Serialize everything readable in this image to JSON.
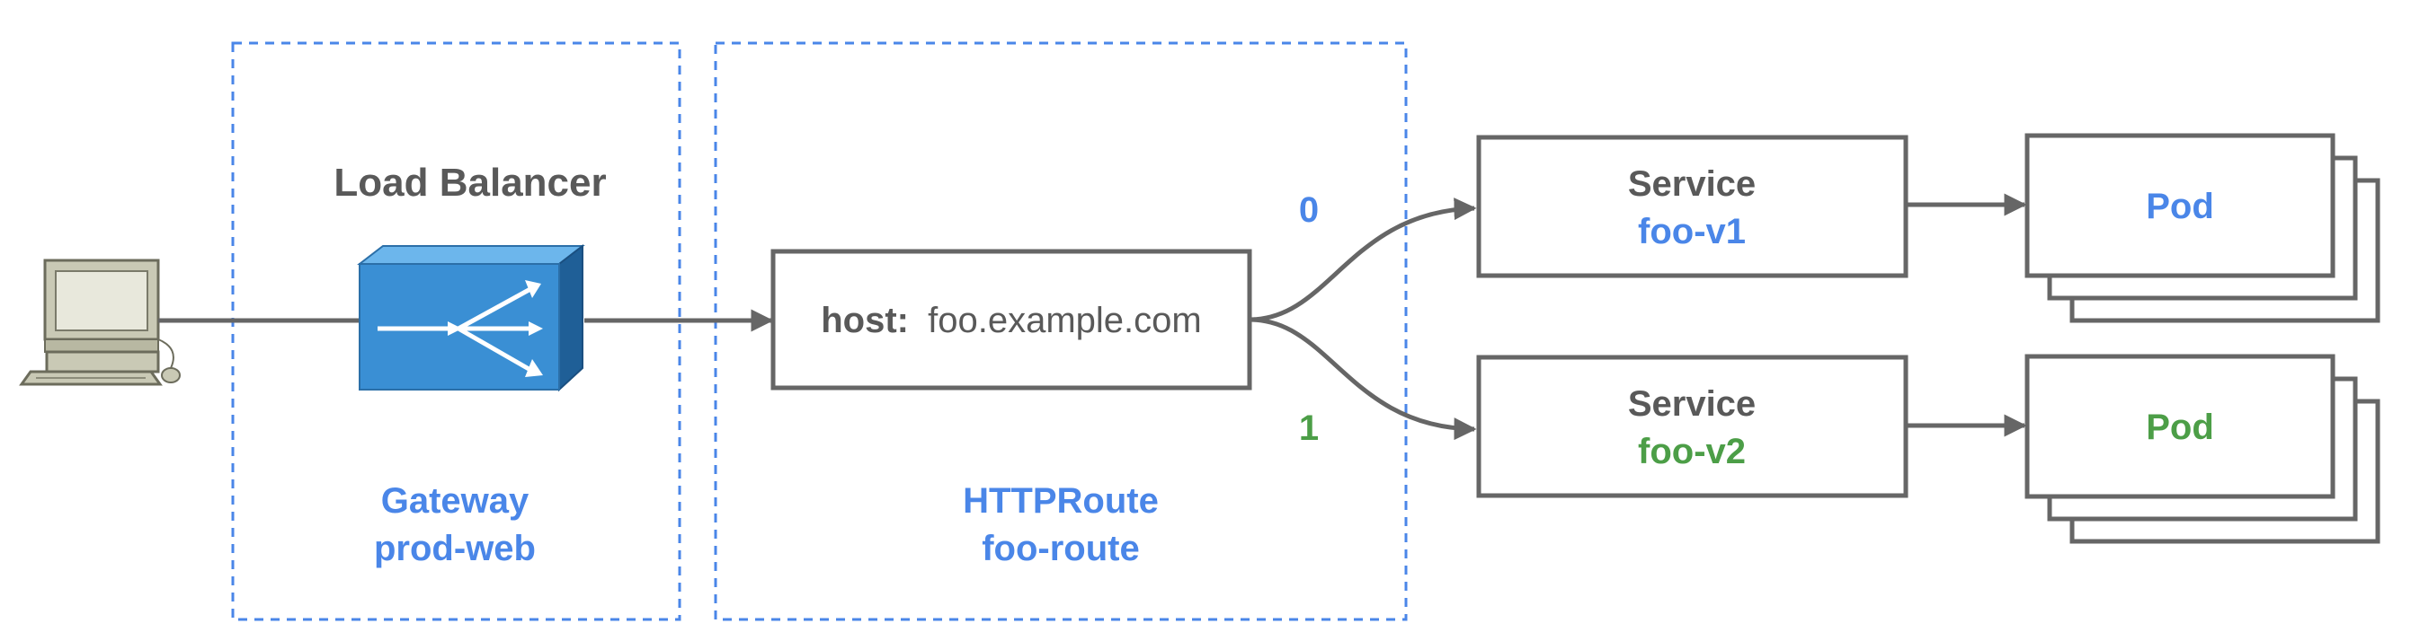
{
  "load_balancer": {
    "title": "Load Balancer"
  },
  "gateway": {
    "kind": "Gateway",
    "name": "prod-web"
  },
  "httproute": {
    "kind": "HTTPRoute",
    "name": "foo-route",
    "host_key": "host:",
    "host_value": "foo.example.com"
  },
  "weights": {
    "v1": "0",
    "v2": "1"
  },
  "services": [
    {
      "label": "Service",
      "name": "foo-v1",
      "pod": "Pod"
    },
    {
      "label": "Service",
      "name": "foo-v2",
      "pod": "Pod"
    }
  ],
  "icons": {
    "client": "desktop-computer-icon",
    "balancer": "load-balancer-icon"
  },
  "colors": {
    "blue": "#4a86e8",
    "green": "#4c9e47",
    "gray": "#666666",
    "dark": "#595959",
    "border_dash": "#4a86e8",
    "balancer_front": "#3a8fd4",
    "balancer_top": "#6cb6ec",
    "balancer_side": "#1f5f97"
  }
}
